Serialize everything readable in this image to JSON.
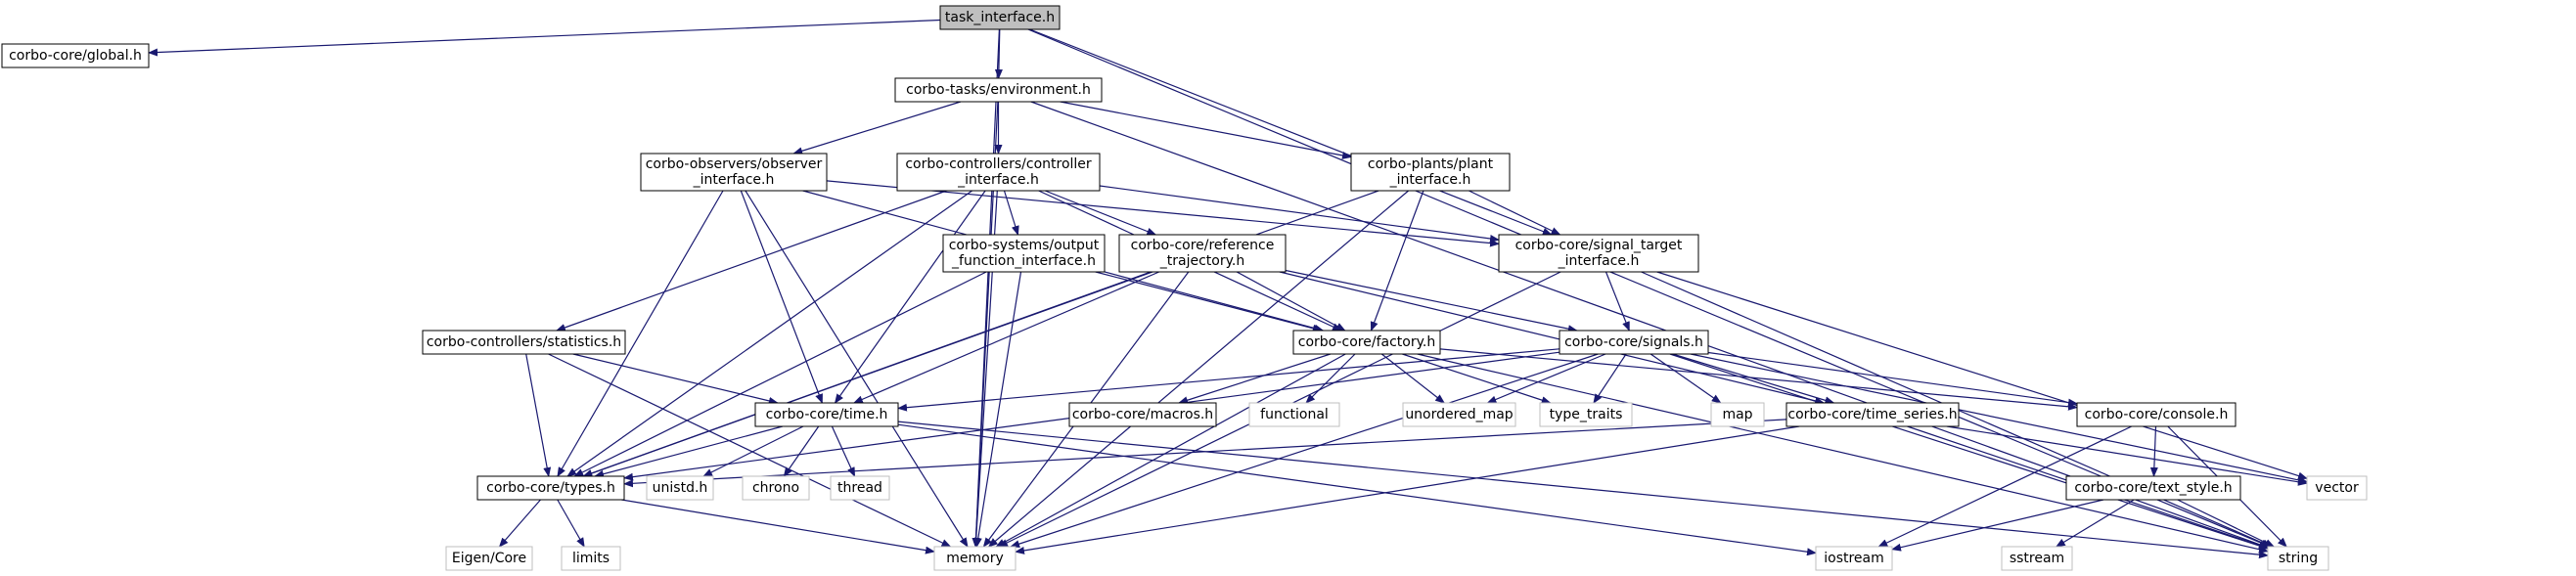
{
  "nodes": [
    {
      "id": "task_interface",
      "kind": "root",
      "lines": [
        "task_interface.h"
      ]
    },
    {
      "id": "global",
      "kind": "file",
      "lines": [
        "corbo-core/global.h"
      ]
    },
    {
      "id": "environment",
      "kind": "file",
      "lines": [
        "corbo-tasks/environment.h"
      ]
    },
    {
      "id": "observer",
      "kind": "file",
      "lines": [
        "corbo-observers/observer",
        "_interface.h"
      ]
    },
    {
      "id": "controller",
      "kind": "file",
      "lines": [
        "corbo-controllers/controller",
        "_interface.h"
      ]
    },
    {
      "id": "plant",
      "kind": "file",
      "lines": [
        "corbo-plants/plant",
        "_interface.h"
      ]
    },
    {
      "id": "signal_target",
      "kind": "file",
      "lines": [
        "corbo-core/signal_target",
        "_interface.h"
      ]
    },
    {
      "id": "output_function",
      "kind": "file",
      "lines": [
        "corbo-systems/output",
        "_function_interface.h"
      ]
    },
    {
      "id": "reference",
      "kind": "file",
      "lines": [
        "corbo-core/reference",
        "_trajectory.h"
      ]
    },
    {
      "id": "statistics",
      "kind": "file",
      "lines": [
        "corbo-controllers/statistics.h"
      ]
    },
    {
      "id": "factory",
      "kind": "file",
      "lines": [
        "corbo-core/factory.h"
      ]
    },
    {
      "id": "signals",
      "kind": "file",
      "lines": [
        "corbo-core/signals.h"
      ]
    },
    {
      "id": "time",
      "kind": "file",
      "lines": [
        "corbo-core/time.h"
      ]
    },
    {
      "id": "macros",
      "kind": "file",
      "lines": [
        "corbo-core/macros.h"
      ]
    },
    {
      "id": "functional",
      "kind": "system",
      "lines": [
        "functional"
      ]
    },
    {
      "id": "unordered_map",
      "kind": "system",
      "lines": [
        "unordered_map"
      ]
    },
    {
      "id": "type_traits",
      "kind": "system",
      "lines": [
        "type_traits"
      ]
    },
    {
      "id": "map",
      "kind": "system",
      "lines": [
        "map"
      ]
    },
    {
      "id": "time_series",
      "kind": "file",
      "lines": [
        "corbo-core/time_series.h"
      ]
    },
    {
      "id": "console",
      "kind": "file",
      "lines": [
        "corbo-core/console.h"
      ]
    },
    {
      "id": "types",
      "kind": "file",
      "lines": [
        "corbo-core/types.h"
      ]
    },
    {
      "id": "unistd",
      "kind": "system",
      "lines": [
        "unistd.h"
      ]
    },
    {
      "id": "chrono",
      "kind": "system",
      "lines": [
        "chrono"
      ]
    },
    {
      "id": "thread",
      "kind": "system",
      "lines": [
        "thread"
      ]
    },
    {
      "id": "text_style",
      "kind": "file",
      "lines": [
        "corbo-core/text_style.h"
      ]
    },
    {
      "id": "vector",
      "kind": "system",
      "lines": [
        "vector"
      ]
    },
    {
      "id": "eigen_core",
      "kind": "system",
      "lines": [
        "Eigen/Core"
      ]
    },
    {
      "id": "limits",
      "kind": "system",
      "lines": [
        "limits"
      ]
    },
    {
      "id": "memory",
      "kind": "system",
      "lines": [
        "memory"
      ]
    },
    {
      "id": "iostream",
      "kind": "system",
      "lines": [
        "iostream"
      ]
    },
    {
      "id": "sstream",
      "kind": "system",
      "lines": [
        "sstream"
      ]
    },
    {
      "id": "string",
      "kind": "system",
      "lines": [
        "string"
      ]
    }
  ],
  "edges": [
    [
      "task_interface",
      "global"
    ],
    [
      "task_interface",
      "environment"
    ],
    [
      "task_interface",
      "signal_target"
    ],
    [
      "task_interface",
      "memory"
    ],
    [
      "task_interface",
      "string"
    ],
    [
      "environment",
      "observer"
    ],
    [
      "environment",
      "controller"
    ],
    [
      "environment",
      "plant"
    ],
    [
      "environment",
      "memory"
    ],
    [
      "environment",
      "string"
    ],
    [
      "observer",
      "signal_target"
    ],
    [
      "observer",
      "time"
    ],
    [
      "observer",
      "types"
    ],
    [
      "observer",
      "factory"
    ],
    [
      "observer",
      "memory"
    ],
    [
      "controller",
      "output_function"
    ],
    [
      "controller",
      "reference"
    ],
    [
      "controller",
      "statistics"
    ],
    [
      "controller",
      "signal_target"
    ],
    [
      "controller",
      "factory"
    ],
    [
      "controller",
      "time"
    ],
    [
      "controller",
      "types"
    ],
    [
      "controller",
      "memory"
    ],
    [
      "plant",
      "signal_target"
    ],
    [
      "plant",
      "factory"
    ],
    [
      "plant",
      "types"
    ],
    [
      "plant",
      "memory"
    ],
    [
      "signal_target",
      "signals"
    ],
    [
      "signal_target",
      "memory"
    ],
    [
      "signal_target",
      "string"
    ],
    [
      "signal_target",
      "vector"
    ],
    [
      "output_function",
      "factory"
    ],
    [
      "output_function",
      "types"
    ],
    [
      "output_function",
      "memory"
    ],
    [
      "reference",
      "factory"
    ],
    [
      "reference",
      "signals"
    ],
    [
      "reference",
      "time"
    ],
    [
      "reference",
      "time_series"
    ],
    [
      "reference",
      "types"
    ],
    [
      "reference",
      "memory"
    ],
    [
      "statistics",
      "time"
    ],
    [
      "statistics",
      "types"
    ],
    [
      "statistics",
      "memory"
    ],
    [
      "factory",
      "console"
    ],
    [
      "factory",
      "macros"
    ],
    [
      "factory",
      "functional"
    ],
    [
      "factory",
      "unordered_map"
    ],
    [
      "factory",
      "type_traits"
    ],
    [
      "factory",
      "memory"
    ],
    [
      "factory",
      "string"
    ],
    [
      "signals",
      "time"
    ],
    [
      "signals",
      "time_series"
    ],
    [
      "signals",
      "console"
    ],
    [
      "signals",
      "types"
    ],
    [
      "signals",
      "unordered_map"
    ],
    [
      "signals",
      "type_traits"
    ],
    [
      "signals",
      "map"
    ],
    [
      "signals",
      "memory"
    ],
    [
      "signals",
      "string"
    ],
    [
      "signals",
      "vector"
    ],
    [
      "time",
      "types"
    ],
    [
      "time",
      "unistd"
    ],
    [
      "time",
      "chrono"
    ],
    [
      "time",
      "thread"
    ],
    [
      "time",
      "iostream"
    ],
    [
      "time",
      "string"
    ],
    [
      "time_series",
      "types"
    ],
    [
      "time_series",
      "memory"
    ],
    [
      "time_series",
      "string"
    ],
    [
      "time_series",
      "vector"
    ],
    [
      "console",
      "text_style"
    ],
    [
      "console",
      "iostream"
    ],
    [
      "console",
      "string"
    ],
    [
      "text_style",
      "iostream"
    ],
    [
      "text_style",
      "sstream"
    ],
    [
      "text_style",
      "string"
    ],
    [
      "types",
      "eigen_core"
    ],
    [
      "types",
      "limits"
    ],
    [
      "types",
      "memory"
    ]
  ],
  "colors": {
    "edge": "#191970",
    "root_fill": "#bfbfbf",
    "file_border": "#000000",
    "system_border": "#bfbfbf",
    "text": "#000000"
  }
}
